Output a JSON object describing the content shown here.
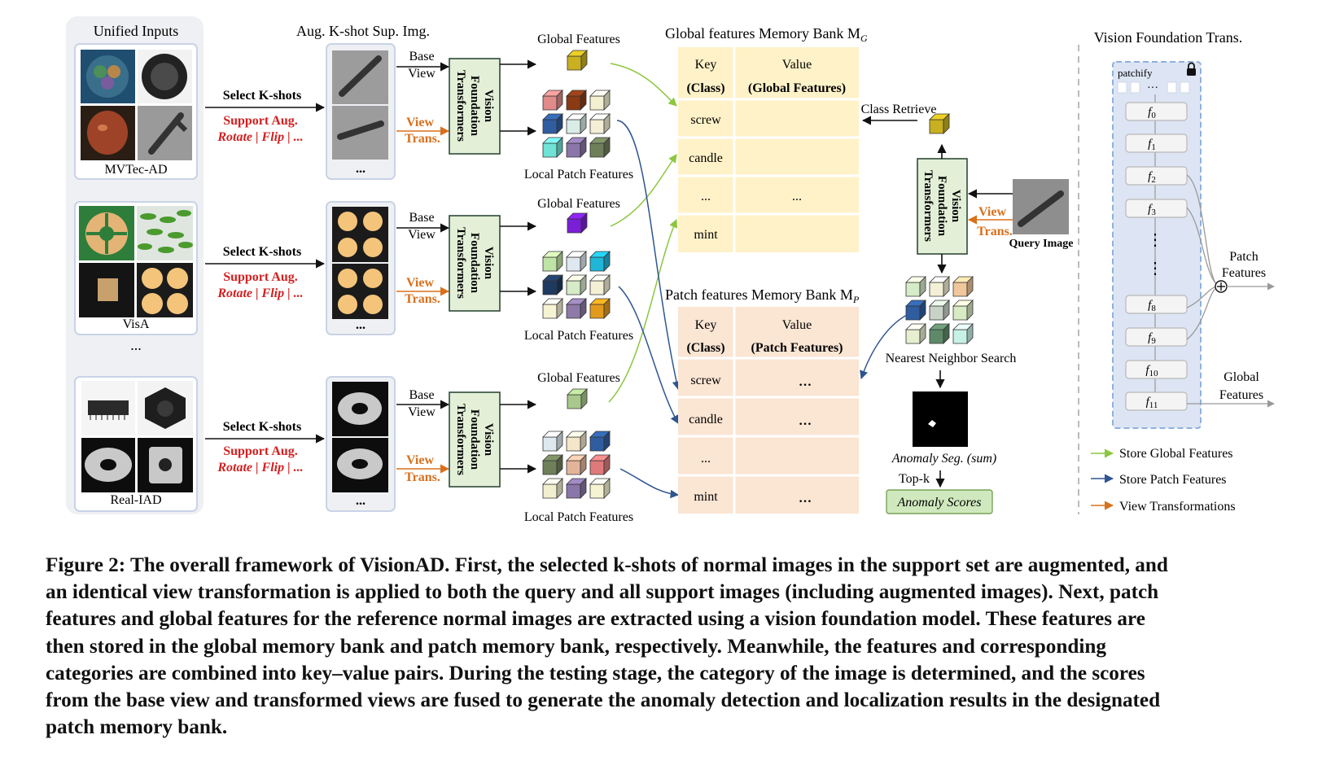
{
  "figure": {
    "panel_inputs": {
      "title": "Unified Inputs",
      "datasets": [
        "MVTec-AD",
        "VisA",
        "Real-IAD"
      ],
      "ellipsis": "..."
    },
    "support_title": "Aug. K-shot Sup. Img.",
    "select_kshots": "Select K-shots",
    "support_aug": "Support Aug.",
    "aug_ops": "Rotate | Flip | ...",
    "base_view": [
      "Base",
      "View"
    ],
    "view_trans": [
      "View",
      "Trans."
    ],
    "vft_label": [
      "Vision",
      "Foundation",
      "Transformers"
    ],
    "global_features": "Global Features",
    "local_patch_features": "Local Patch Features",
    "global_bank": {
      "title": "Global features Memory Bank M",
      "subscript": "G",
      "key_header": [
        "Key",
        "(Class)"
      ],
      "value_header": [
        "Value",
        "(Global Features)"
      ],
      "rows": [
        "screw",
        "candle",
        "...",
        "mint"
      ]
    },
    "patch_bank": {
      "title": "Patch features Memory Bank M",
      "subscript": "P",
      "key_header": [
        "Key",
        "(Class)"
      ],
      "value_header": [
        "Value",
        "(Patch Features)"
      ],
      "rows": [
        "screw",
        "candle",
        "...",
        "mint"
      ]
    },
    "class_retrieve": "Class Retrieve",
    "query_image": "Query Image",
    "nearest_neighbor": "Nearest Neighbor Search",
    "anomaly_seg": "Anomaly Seg. (sum)",
    "topk": "Top-k",
    "anomaly_scores": "Anomaly Scores",
    "vft_panel": {
      "title": "Vision Foundation Trans.",
      "patchify": "patchify",
      "layers": [
        "0",
        "1",
        "2",
        "3",
        "8",
        "9",
        "10",
        "11"
      ],
      "patch_features": [
        "Patch",
        "Features"
      ],
      "global_features": [
        "Global",
        "Features"
      ]
    },
    "legend": [
      {
        "label": "Store Global Features",
        "color": "#8cc63f"
      },
      {
        "label": "Store Patch Features",
        "color": "#2e5590"
      },
      {
        "label": "View Transformations",
        "color": "#d8701c"
      }
    ],
    "colors": {
      "aug_red": "#d21f1f",
      "view_orange": "#d8701c",
      "vft_fill": "#e3f0d7",
      "global_bank_fill": "#fff2c8",
      "patch_bank_fill": "#fbe5d3",
      "vft_panel_fill": "#dde5f4",
      "scores_fill": "#cfe8bd"
    }
  },
  "caption": [
    "Figure 2: The overall framework of VisionAD. First, the selected k-shots of normal images in the support set are augmented, and",
    "an identical view transformation is applied to both the query and all support images (including augmented images). Next, patch",
    "features and global features for the reference normal images are extracted using a vision foundation model. These features are",
    "then stored in the global memory bank and patch memory bank, respectively. Meanwhile, the features and corresponding",
    "categories are combined into key–value pairs. During the testing stage, the category of the image is determined, and the scores",
    "from the base view and transformed views are fused to generate the anomaly detection and localization results in the designated",
    "patch memory bank."
  ]
}
